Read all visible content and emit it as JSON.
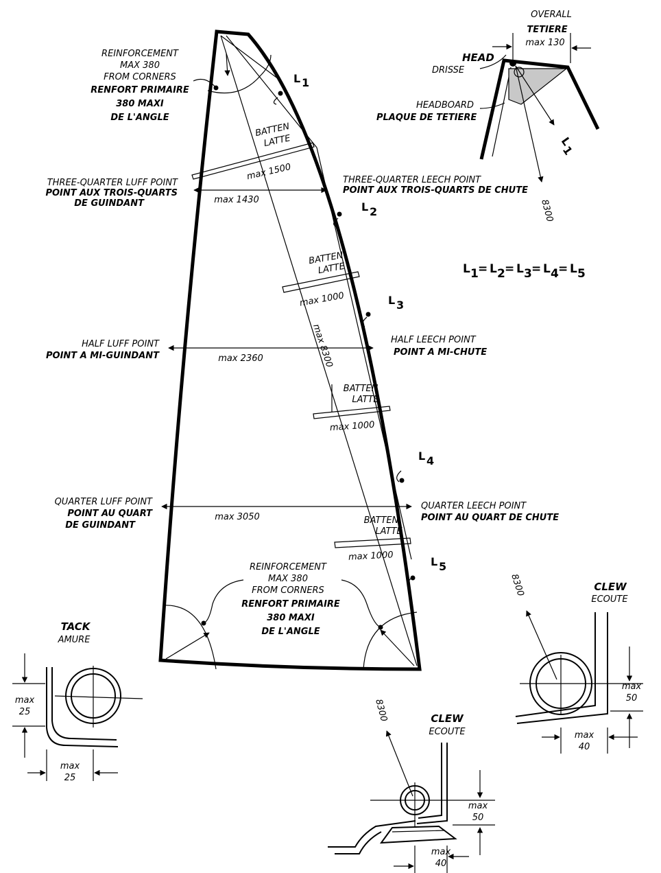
{
  "colors": {
    "line": "#000000",
    "background": "#ffffff",
    "headboard_fill": "#c8c8c8"
  },
  "labels": {
    "reinforcement_top": {
      "l1": "REINFORCEMENT",
      "l2": "MAX 380",
      "l3": "FROM CORNERS",
      "l4": "RENFORT PRIMAIRE",
      "l5": "380 MAXI",
      "l6": "DE L'ANGLE"
    },
    "reinforcement_bottom": {
      "l1": "REINFORCEMENT",
      "l2": "MAX 380",
      "l3": "FROM CORNERS",
      "l4": "RENFORT PRIMAIRE",
      "l5": "380 MAXI",
      "l6": "DE L'ANGLE"
    },
    "battens": [
      {
        "en": "BATTEN",
        "fr": "LATTE",
        "dim": "max 1500"
      },
      {
        "en": "BATTEN",
        "fr": "LATTE",
        "dim": "max 1000"
      },
      {
        "en": "BATTEN",
        "fr": "LATTE",
        "dim": "max 1000"
      },
      {
        "en": "BATTEN",
        "fr": "LATTE",
        "dim": "max 1000"
      }
    ],
    "three_quarter_luff": {
      "en": "THREE-QUARTER LUFF POINT",
      "fr1": "POINT AUX TROIS-QUARTS",
      "fr2": "DE GUINDANT"
    },
    "three_quarter_leech": {
      "en": "THREE-QUARTER LEECH POINT",
      "fr": "POINT AUX TROIS-QUARTS DE CHUTE"
    },
    "half_luff": {
      "en": "HALF LUFF POINT",
      "fr": "POINT A MI-GUINDANT"
    },
    "half_leech": {
      "en": "HALF LEECH POINT",
      "fr": "POINT A MI-CHUTE"
    },
    "quarter_luff": {
      "en": "QUARTER LUFF POINT",
      "fr1": "POINT AU QUART",
      "fr2": "DE GUINDANT"
    },
    "quarter_leech": {
      "en": "QUARTER LEECH POINT",
      "fr": "POINT AU QUART DE CHUTE"
    },
    "widths": {
      "three_quarter": "max 1430",
      "half": "max 2360",
      "quarter": "max 3050"
    },
    "diagonal": "max 8300",
    "L": [
      "L",
      "L",
      "L",
      "L",
      "L"
    ],
    "L_sub": [
      "1",
      "2",
      "3",
      "4",
      "5"
    ],
    "equation": {
      "letters": [
        "L",
        "L",
        "L",
        "L",
        "L"
      ],
      "subs": [
        "1",
        "2",
        "3",
        "4",
        "5"
      ],
      "eq": "="
    },
    "head": {
      "en": "HEAD",
      "fr": "DRISSE",
      "overall": "OVERALL",
      "tetiere": "TETIERE",
      "dim": "max 130",
      "headboard": "HEADBOARD",
      "plaque": "PLAQUE DE TETIERE",
      "l1": "L",
      "l1_sub": "1",
      "dist": "8300"
    },
    "tack": {
      "en": "TACK",
      "fr": "AMURE",
      "max_a": "max",
      "val_a": "25",
      "max_b": "max",
      "val_b": "25"
    },
    "clew_bottom": {
      "en": "CLEW",
      "fr": "ECOUTE",
      "dist": "8300",
      "max_a": "max",
      "val_a": "50",
      "max_b": "max",
      "val_b": "40"
    },
    "clew_right": {
      "en": "CLEW",
      "fr": "ECOUTE",
      "dist": "8300",
      "max_a": "max",
      "val_a": "50",
      "max_b": "max",
      "val_b": "40"
    }
  }
}
